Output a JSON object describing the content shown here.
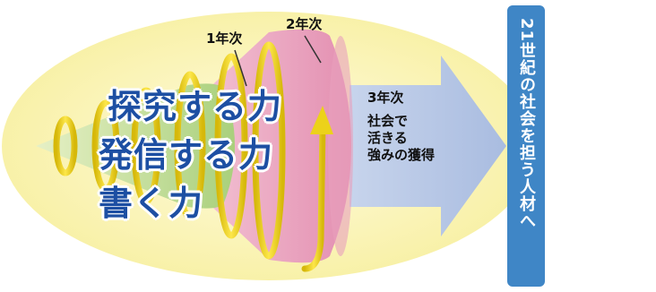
{
  "labels": {
    "year1": "1年次",
    "year2": "2年次",
    "year3": "3年次"
  },
  "skills": [
    "探究する力",
    "発信する力",
    "書く力"
  ],
  "year3_text": [
    "社会で",
    "活きる",
    "強みの獲得"
  ],
  "goal": "21世紀の社会を担う人材へ",
  "colors": {
    "ellipse": "#faf3b0",
    "cone_green": "#b9d98a",
    "cone_pink": "#e9a3bf",
    "arrow": "#b7c8e6",
    "spiral": "#ecd21a",
    "skill_text": "#1d4fa3",
    "goal_box": "#3f86c6"
  }
}
